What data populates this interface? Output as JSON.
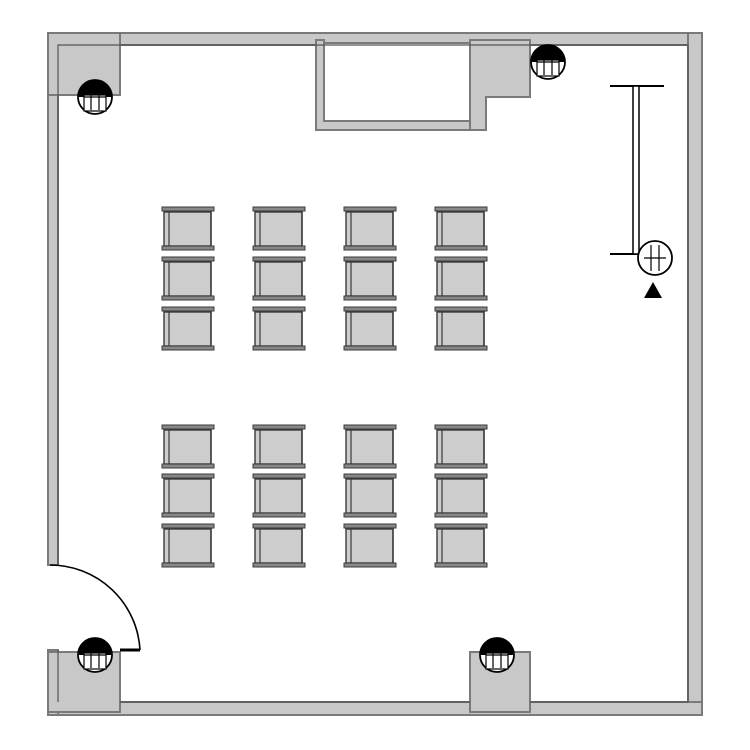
{
  "colors": {
    "background": "#ffffff",
    "wall_fill": "#c8c8c8",
    "wall_stroke": "#7a7a7a",
    "line": "#000000",
    "chair_fill": "#cdcdcd",
    "chair_stroke": "#3a3a3a"
  },
  "fixtures": {
    "outlets": [
      {
        "name": "wall-outlet-icon-top-left",
        "variant": "bottom"
      },
      {
        "name": "wall-outlet-icon-top-right",
        "variant": "top"
      },
      {
        "name": "wall-outlet-icon-right",
        "variant": "plain"
      },
      {
        "name": "wall-outlet-icon-bottom-left",
        "variant": "top"
      },
      {
        "name": "wall-outlet-icon-bottom-center",
        "variant": "top"
      }
    ]
  },
  "seating": {
    "blocks": 2,
    "rows_per_block": 3,
    "columns": 4,
    "total_chairs": 24
  }
}
